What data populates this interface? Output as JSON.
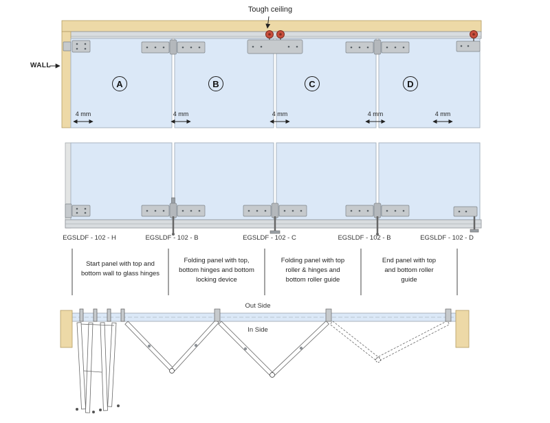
{
  "diagram": {
    "ceiling_label": "Tough ceiling",
    "wall_label": "WALL",
    "panels": [
      {
        "letter": "A"
      },
      {
        "letter": "B"
      },
      {
        "letter": "C"
      },
      {
        "letter": "D"
      }
    ],
    "gap_labels": [
      "4 mm",
      "4 mm",
      "4 mm",
      "4 mm",
      "4 mm"
    ],
    "product_codes": [
      "EGSLDF - 102 - H",
      "EGSLDF - 102 - B",
      "EGSLDF - 102 - C",
      "EGSLDF - 102 - B",
      "EGSLDF - 102 - D"
    ],
    "descriptions": [
      "Start panel with top and\nbottom wall to glass hinges",
      "Folding panel with top,\nbottom hinges and bottom\nlocking device",
      "Folding panel with top\nroller & hinges and\nbottom roller guide",
      "End panel with top\nand bottom roller\nguide"
    ],
    "plan_labels": {
      "out_side": "Out Side",
      "in_side": "In Side"
    },
    "colors": {
      "glass": "#dbe8f7",
      "wood": "#edd9a7",
      "track": "#d8dcdf",
      "hardware": "#c6cacd",
      "roller_red": "#c94f3d",
      "line": "#6b7075"
    }
  }
}
